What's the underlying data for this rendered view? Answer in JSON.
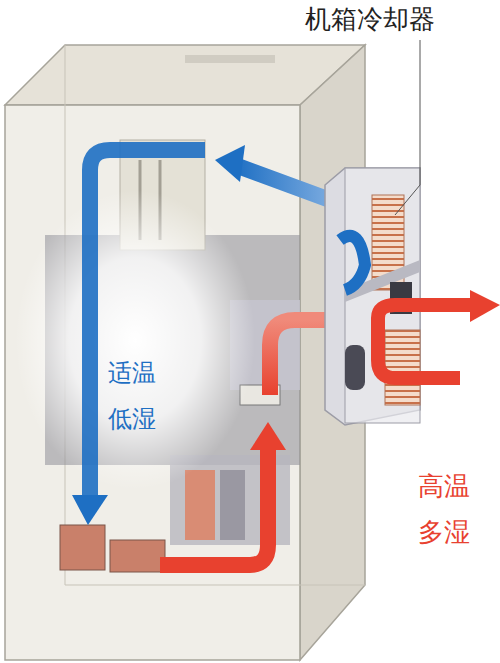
{
  "diagram": {
    "labels": [
      "机箱冷却器",
      "适温 低湿",
      "高温 多湿"
    ]
  }
}
